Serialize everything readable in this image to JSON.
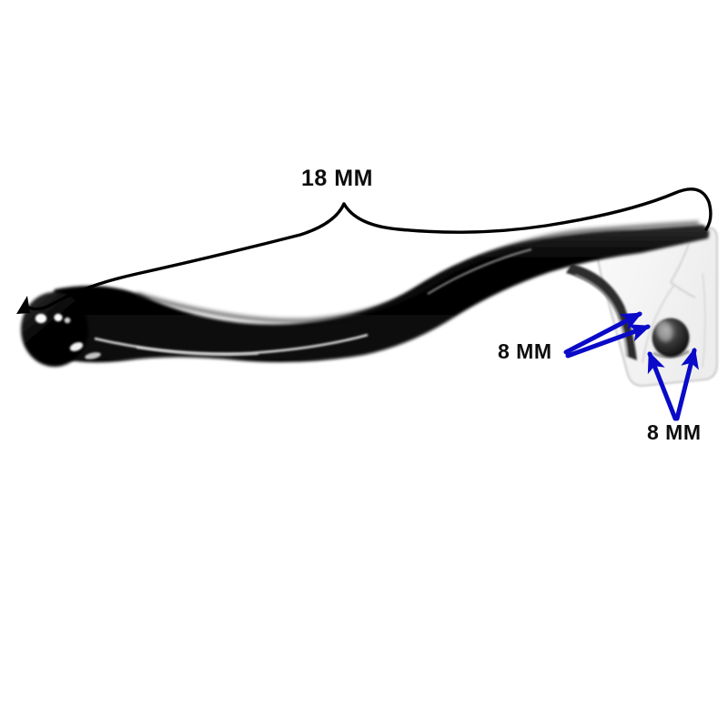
{
  "document": {
    "kind": "product-dimension-photo",
    "background_color": "#ffffff",
    "subject": "motorcycle brake lever"
  },
  "annotations": {
    "overall_length": {
      "label": "18 MM",
      "text_color": "#0d0d0d",
      "leader_color": "#000000",
      "leader_style": "curved-brace-with-arrowhead",
      "points_to": "lever-ball-tip"
    },
    "blade_thickness": {
      "label": "8 MM",
      "text_color": "#0d0d0d",
      "leader_color": "#0a0ac8",
      "leader_style": "double-arrow",
      "points_to": "lever-blade-edge"
    },
    "pivot_bore": {
      "label": "8 MM",
      "text_color": "#0d0d0d",
      "leader_color": "#0a0ac8",
      "leader_style": "v-double-arrow",
      "points_to": "pivot-bolt-hole"
    }
  },
  "colors": {
    "lever_black": "#0a0a0a",
    "perch_gray": "#f2f2f2",
    "perch_outline": "#b9b9b9",
    "bolt_hole": "#2b2b2b",
    "arrow_blue": "#0a0ac8",
    "annotation_black": "#000000",
    "highlight_white": "#ffffff"
  },
  "parts": [
    {
      "name": "lever-ball-tip",
      "description": "rounded glossy black ball end at left"
    },
    {
      "name": "lever-blade",
      "description": "long S-curved glossy black blade"
    },
    {
      "name": "lever-perch-block",
      "description": "light gray mounting block at right"
    },
    {
      "name": "pivot-bolt-hole",
      "description": "dark circular pivot bore"
    }
  ]
}
